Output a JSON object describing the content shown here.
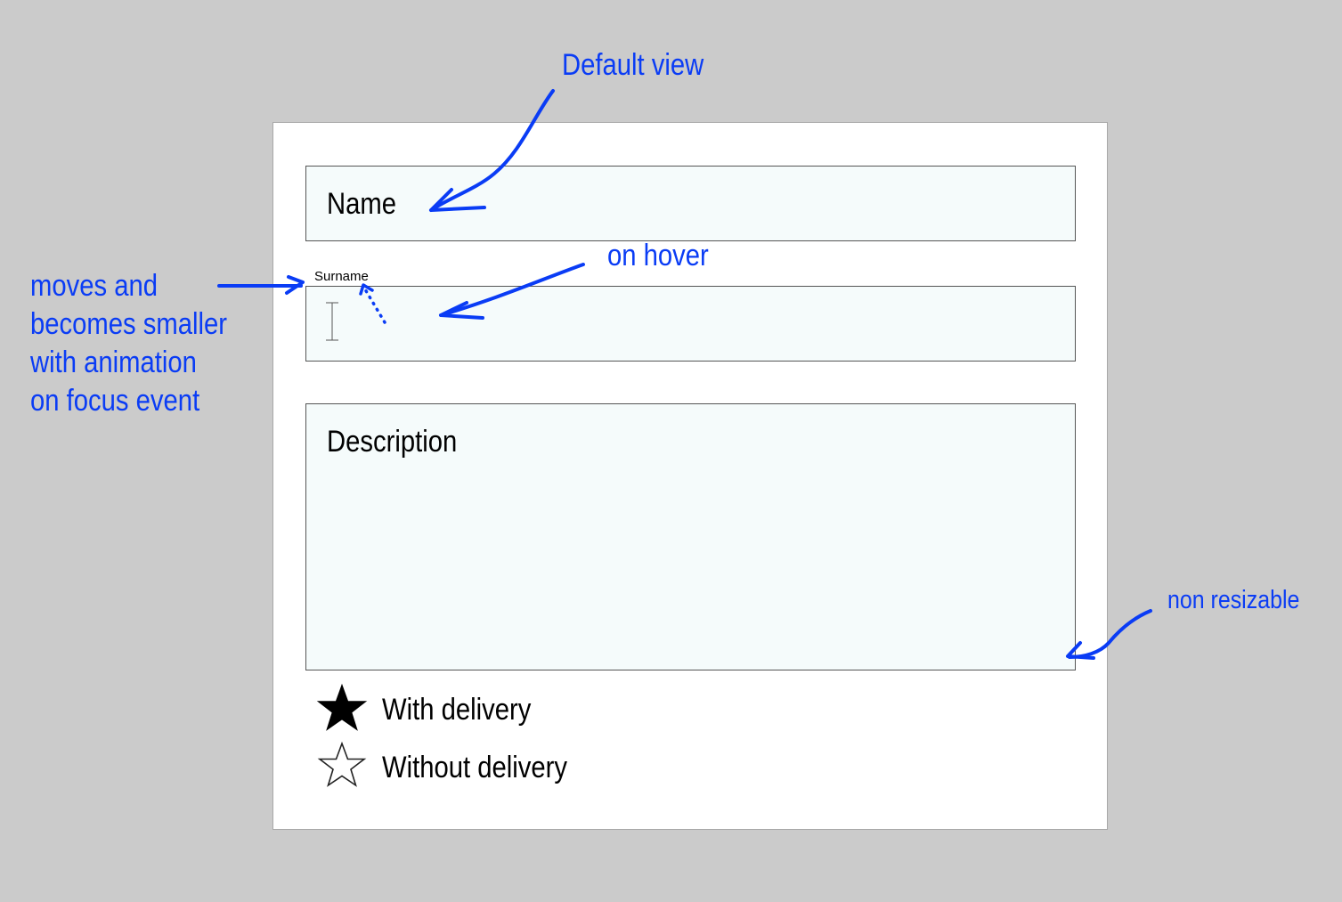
{
  "form": {
    "name_label": "Name",
    "surname_label": "Surname",
    "description_label": "Description",
    "options": [
      {
        "label": "With delivery",
        "icon": "star-filled-icon",
        "selected": true
      },
      {
        "label": "Without delivery",
        "icon": "star-outline-icon",
        "selected": false
      }
    ]
  },
  "annotations": {
    "default_view": "Default view",
    "on_hover": "on hover",
    "focus_note": [
      "moves and",
      "becomes smaller",
      "with animation",
      "on focus event"
    ],
    "non_resizable": "non resizable"
  },
  "colors": {
    "annotation": "#0a3cf5",
    "background": "#cbcbcb",
    "field_fill": "#f5fbfb",
    "card": "#ffffff"
  }
}
